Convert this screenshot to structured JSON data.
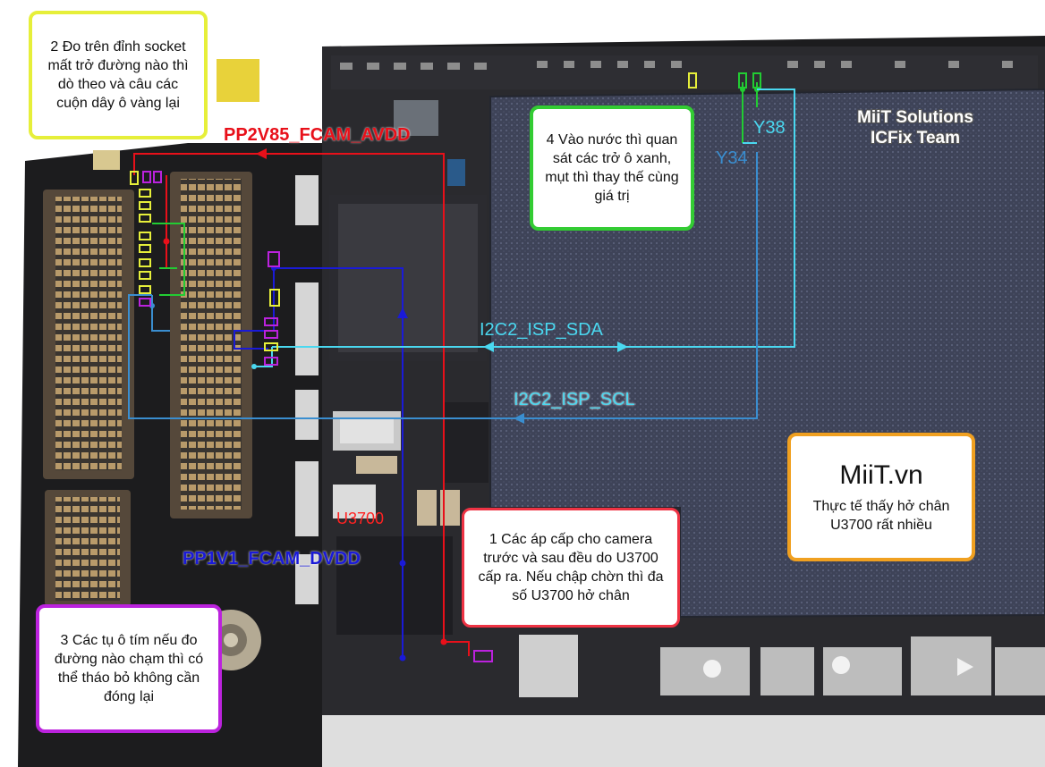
{
  "notes": {
    "note2": "2 Đo trên đỉnh socket mất trở đường nào thì dò theo và câu các cuộn dây ô vàng lại",
    "note4": "4 Vào nước thì quan sát các trở ô xanh, mụt thì thay thế cùng giá trị",
    "note1": "1 Các áp cấp cho camera trước và sau đều do U3700 cấp ra. Nếu chập chờn thì đa số U3700 hở chân",
    "note3": "3 Các tụ ô tím nếu đo đường nào chạm thì có thể tháo bỏ không cần đóng lại",
    "miit_title": "MiiT.vn",
    "miit_body": "Thực tế thấy hở chân U3700 rất nhiều"
  },
  "labels": {
    "avdd": "PP2V85_FCAM_AVDD",
    "dvdd": "PP1V1_FCAM_DVDD",
    "sda": "I2C2_ISP_SDA",
    "scl": "I2C2_ISP_SCL",
    "u3700": "U3700",
    "y38": "Y38",
    "y34": "Y34"
  },
  "brand": {
    "line1": "MiiT Solutions",
    "line2": "ICFix Team"
  },
  "colors": {
    "avdd": "#e8101a",
    "dvdd": "#1a1ad8",
    "sda": "#4ad8f0",
    "scl": "#3a8ed0",
    "board": "#1c1c1e",
    "soc": "#3d4256"
  }
}
